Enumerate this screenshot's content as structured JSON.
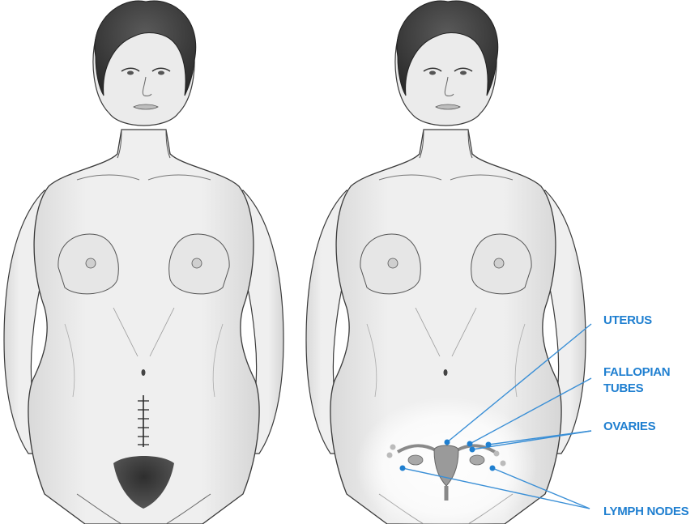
{
  "labels": {
    "uterus": "UTERUS",
    "fallopian_tubes_line1": "FALLOPIAN",
    "fallopian_tubes_line2": "TUBES",
    "ovaries": "OVARIES",
    "lymph_nodes": "LYMPH NODES"
  },
  "colors": {
    "label_blue": "#1f7fd0",
    "leader_line": "#3a8fd6",
    "skin": "#ececec",
    "skin_shade": "#d2d2d2",
    "outline": "#3a3a3a",
    "hair": "#3b3b3b",
    "incision": "#2a2a2a",
    "glow": "#ffffff"
  },
  "figures": [
    {
      "name": "figure-before-surgery",
      "view": "front",
      "marks": [
        "midline-incision",
        "pubic-hair"
      ]
    },
    {
      "name": "figure-organs-highlighted",
      "view": "front",
      "marks": [
        "uterus",
        "fallopian-tubes",
        "ovaries",
        "lymph-nodes"
      ]
    }
  ]
}
